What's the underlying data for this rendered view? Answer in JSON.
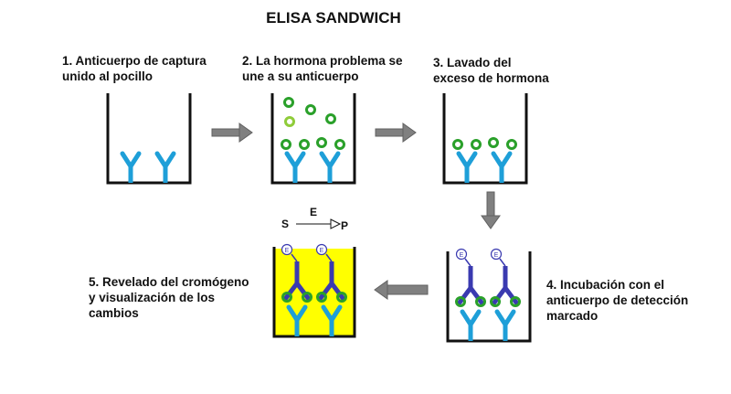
{
  "title": "ELISA SANDWICH",
  "steps": [
    {
      "line1": "1. Anticuerpo de captura",
      "line2": "unido al pocillo"
    },
    {
      "line1": "2. La hormona problema se",
      "line2": "une a su anticuerpo"
    },
    {
      "line1": "3. Lavado del",
      "line2": "exceso de hormona"
    },
    {
      "line1": "4. Incubación con el",
      "line2": "anticuerpo de detección",
      "line3": "marcado"
    },
    {
      "line1": "5. Revelado del cromógeno",
      "line2": "y visualización de los",
      "line3": "cambios"
    }
  ],
  "reaction": {
    "substrate": "S",
    "enzyme": "E",
    "product": "P"
  },
  "enzyme_tag": "E",
  "colors": {
    "capture_antibody": "#1e9fd8",
    "detection_antibody": "#3a3ab0",
    "hormone": "#2aa02a",
    "hormone_light": "#8fcc3a",
    "chromogen": "#ffff00",
    "arrow": "#808080"
  }
}
